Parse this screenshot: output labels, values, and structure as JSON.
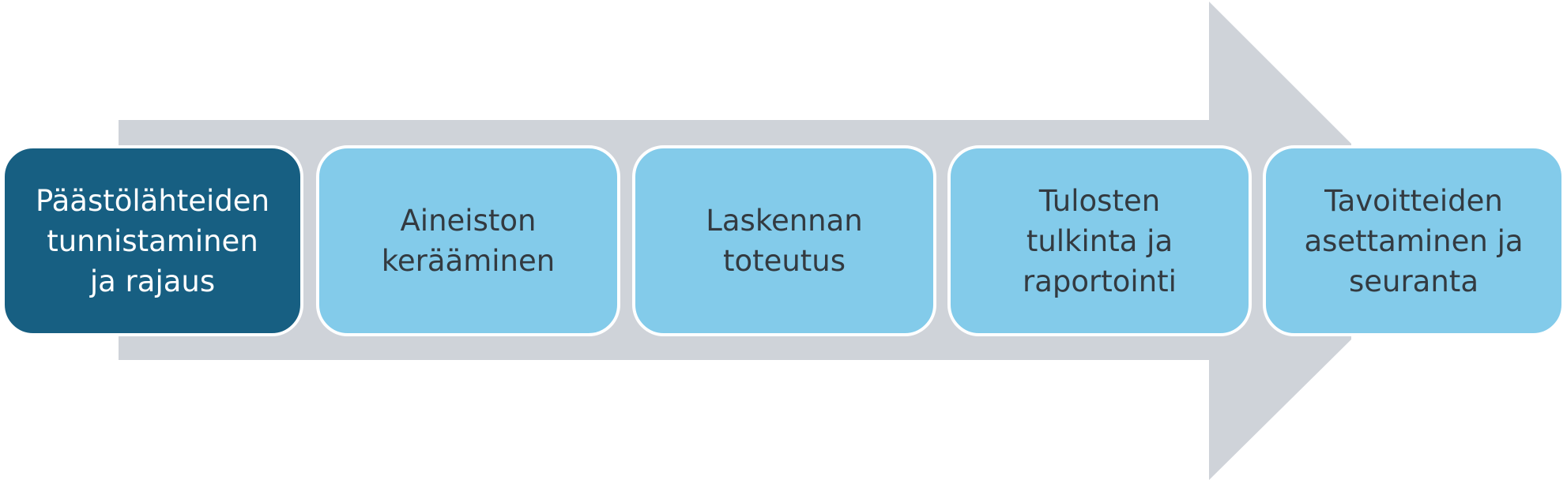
{
  "diagram": {
    "colors": {
      "arrow": "#cfd3d9",
      "active_step": "#175f82",
      "step": "#83cbea",
      "active_text": "#ffffff",
      "step_text": "#333a40"
    },
    "steps": [
      {
        "label": "Päästölähteiden\ntunnistaminen\nja rajaus",
        "active": true
      },
      {
        "label": "Aineiston\nkerääminen",
        "active": false
      },
      {
        "label": "Laskennan\ntoteutus",
        "active": false
      },
      {
        "label": "Tulosten\ntulkinta ja\nraportointi",
        "active": false
      },
      {
        "label": "Tavoitteiden\nasettaminen ja\nseuranta",
        "active": false
      }
    ]
  }
}
